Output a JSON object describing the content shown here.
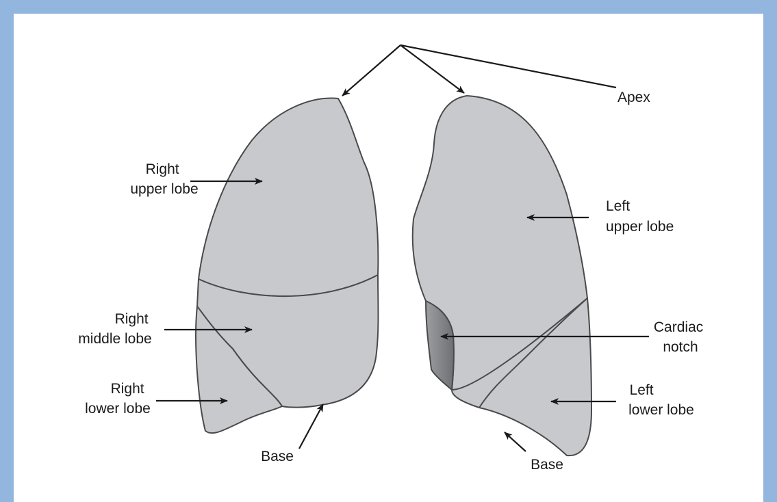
{
  "colors": {
    "frame": "#93b6df",
    "lung_fill": "#c7c9cc",
    "lung_stroke": "#4a4a4c",
    "notch_fill": "#86888b"
  },
  "labels": {
    "apex": "Apex",
    "right_upper": [
      "Right",
      "upper lobe"
    ],
    "right_middle": [
      "Right",
      "middle lobe"
    ],
    "right_lower": [
      "Right",
      "lower lobe"
    ],
    "left_upper": [
      "Left",
      "upper lobe"
    ],
    "cardiac_notch": [
      "Cardiac",
      "notch"
    ],
    "left_lower": [
      "Left",
      "lower lobe"
    ],
    "base_right": "Base",
    "base_left": "Base"
  }
}
